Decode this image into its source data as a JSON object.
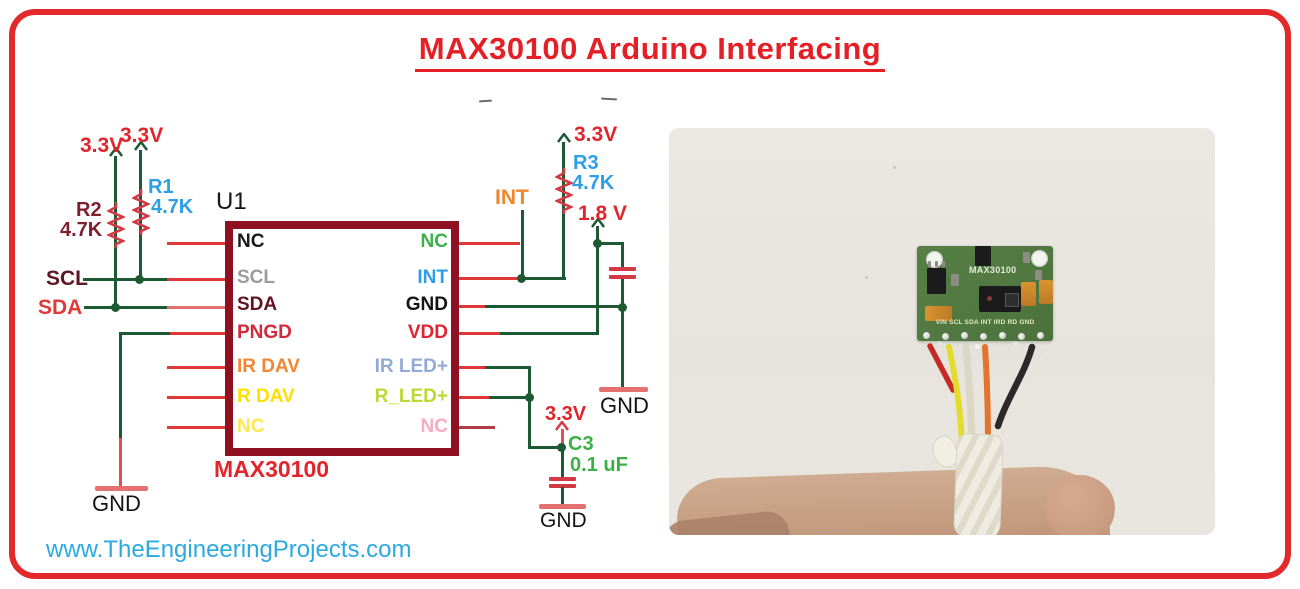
{
  "title": "MAX30100 Arduino Interfacing",
  "watermark": "www.TheEngineeringProjects.com",
  "schematic": {
    "ic_designator": "U1",
    "ic_name": "MAX30100",
    "left_pins": [
      "NC",
      "SCL",
      "SDA",
      "PNGD",
      "IR DAV",
      "R DAV",
      "NC"
    ],
    "right_pins": [
      "NC",
      "INT",
      "GND",
      "VDD",
      "IR LED+",
      "R_LED+",
      "NC"
    ],
    "power_labels": {
      "v33_r2": "3.3V",
      "v33_r1": "3.3V",
      "v33_r3": "3.3V",
      "v33_c3": "3.3V",
      "v18": "1.8 V"
    },
    "net_labels": {
      "scl": "SCL",
      "sda": "SDA",
      "int": "INT"
    },
    "ground_labels": {
      "left": "GND",
      "right": "GND",
      "c3": "GND"
    },
    "components": {
      "r1": {
        "ref": "R1",
        "value": "4.7K"
      },
      "r2": {
        "ref": "R2",
        "value": "4.7K"
      },
      "r3": {
        "ref": "R3",
        "value": "4.7K"
      },
      "c3": {
        "ref": "C3",
        "value": "0.1 uF"
      }
    },
    "colors": {
      "wire_green": "#1d5a33",
      "wire_red": "#e03838",
      "ic_border": "#8f1020",
      "title_red": "#e51f26",
      "watermark_blue": "#2ba9e1",
      "resistor_red": "#d43a46"
    }
  },
  "photo": {
    "module_silkscreen": "MAX30100",
    "module_pin_row": "VIN SCL SDA INT IRD RD GND"
  }
}
